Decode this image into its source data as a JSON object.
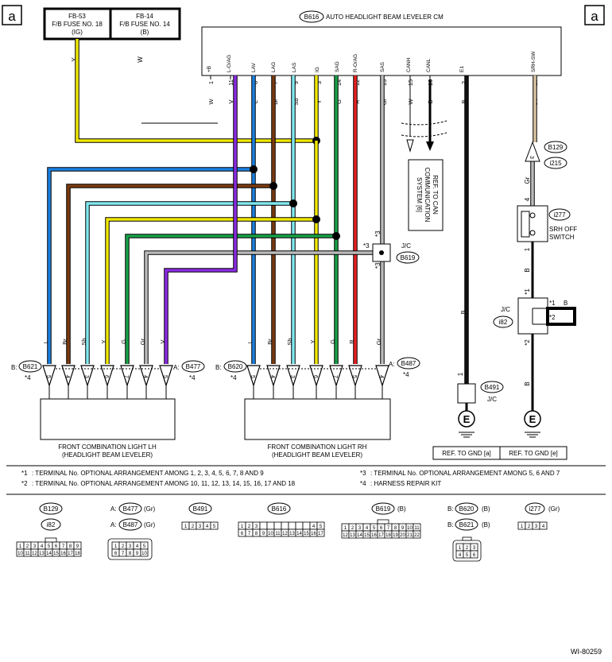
{
  "corner_label": "a",
  "fuses": [
    {
      "id": "FB-53",
      "line1": "F/B FUSE NO. 18",
      "line2": "(IG)",
      "wire": "Y"
    },
    {
      "id": "FB-14",
      "line1": "F/B FUSE NO. 14",
      "line2": "(B)",
      "wire": "W"
    }
  ],
  "cm": {
    "code": "B616",
    "title": "AUTO HEADLIGHT BEAM LEVELER CM",
    "pins": [
      {
        "name": "+B",
        "num": "1",
        "wire": "W"
      },
      {
        "name": "L-O/AG",
        "num": "11",
        "wire": "V"
      },
      {
        "name": "LAV",
        "num": "6",
        "wire": "L"
      },
      {
        "name": "LAG",
        "num": "7",
        "wire": "Br"
      },
      {
        "name": "LAS",
        "num": "9",
        "wire": "Sb"
      },
      {
        "name": "IG",
        "num": "3",
        "wire": "Y"
      },
      {
        "name": "SAG",
        "num": "14",
        "wire": "G"
      },
      {
        "name": "R-O/AG",
        "num": "12",
        "wire": "R"
      },
      {
        "name": "SAS",
        "num": "13",
        "wire": "Gr"
      },
      {
        "name": "CANH",
        "num": "15",
        "wire": "W"
      },
      {
        "name": "CANL",
        "num": "16",
        "wire": "B"
      },
      {
        "name": "E1",
        "num": "2",
        "wire": "B"
      },
      {
        "name": "SRH-SW",
        "num": "10",
        "wire": "Be"
      }
    ]
  },
  "can_ref": [
    "REF. TO CAN",
    "COMMUNICATION",
    "SYSTEM [6]"
  ],
  "jc_b619": {
    "code": "B619",
    "label": "J/C",
    "mark": "*3"
  },
  "b129": {
    "code": "B129",
    "pin": "3",
    "alt": "i215",
    "wire_after": "Gr",
    "pin_after": "4"
  },
  "switch": {
    "code": "i277",
    "line1": "SRH OFF",
    "line2": "SWITCH",
    "pin": "1",
    "wire": "B"
  },
  "jc_i82": {
    "code": "i82",
    "label": "J/C",
    "mark1": "*1",
    "mark2": "*2",
    "wire": "B"
  },
  "b491": {
    "code": "B491",
    "label": "J/C",
    "pin": "1"
  },
  "gnd_refs": [
    "REF. TO GND [a]",
    "REF. TO GND [e]"
  ],
  "lh": {
    "conn_a": "B477",
    "conn_b": "B621",
    "prefix_a": "A:",
    "prefix_b": "B:",
    "mark": "*4",
    "wires": [
      "L",
      "Br",
      "Sb",
      "Y",
      "G",
      "Gr",
      "V"
    ],
    "pins": [
      "5",
      "4",
      "3",
      "6",
      "7",
      "4",
      "5"
    ],
    "name1": "FRONT COMBINATION LIGHT LH",
    "name2": "(HEADLIGHT BEAM LEVELER)"
  },
  "rh": {
    "conn_a": "B487",
    "conn_b": "B620",
    "prefix_a": "A:",
    "prefix_b": "B:",
    "mark": "*4",
    "wires": [
      "L",
      "Br",
      "Sb",
      "Y",
      "G",
      "R",
      "Gr"
    ],
    "pins": [
      "5",
      "4",
      "3",
      "6",
      "7",
      "5",
      "4"
    ],
    "name1": "FRONT COMBINATION LIGHT RH",
    "name2": "(HEADLIGHT BEAM LEVELER)"
  },
  "notes": [
    {
      "mark": "*1",
      "text": ": TERMINAL No. OPTIONAL ARRANGEMENT AMONG 1, 2, 3, 4, 5, 6, 7, 8 AND 9"
    },
    {
      "mark": "*2",
      "text": ": TERMINAL No. OPTIONAL ARRANGEMENT AMONG 10, 11, 12, 13, 14, 15, 16, 17 AND 18"
    },
    {
      "mark": "*3",
      "text": ": TERMINAL No. OPTIONAL ARRANGEMENT AMONG 5, 6 AND 7"
    },
    {
      "mark": "*4",
      "text": ": HARNESS REPAIR KIT"
    }
  ],
  "connectors": {
    "b129": "B129",
    "i82": "i82",
    "b477": "B477",
    "b477_pre": "A:",
    "b477_col": "(Gr)",
    "b487": "B487",
    "b487_pre": "A:",
    "b487_col": "(Gr)",
    "b491": "B491",
    "b616": "B616",
    "b619": "B619",
    "b619_col": "(B)",
    "b620": "B620",
    "b620_pre": "B:",
    "b620_col": "(B)",
    "b621": "B621",
    "b621_pre": "B:",
    "b621_col": "(B)",
    "i277": "i277",
    "i277_col": "(Gr)"
  },
  "wire_colors": {
    "L": "#1a7fe0",
    "Br": "#7a3a10",
    "Sb": "#7fe8f0",
    "Y": "#f0e800",
    "G": "#18a048",
    "R": "#e82020",
    "Gr": "#bbbbbb",
    "V": "#8a2be2",
    "B": "#111111",
    "Be": "#d8c4a0"
  },
  "figure_id": "WI-80259"
}
